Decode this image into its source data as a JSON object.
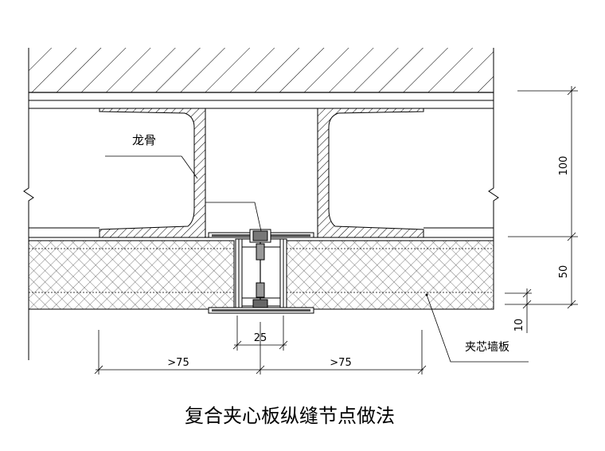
{
  "labels": {
    "keel": "龙骨",
    "panel": "夹芯墙板",
    "title": "复合夹心板纵缝节点做法"
  },
  "dimensions": {
    "d100": "100",
    "d50": "50",
    "d10": "10",
    "d25": "25",
    "left_gt75": ">75",
    "right_gt75": ">75"
  }
}
